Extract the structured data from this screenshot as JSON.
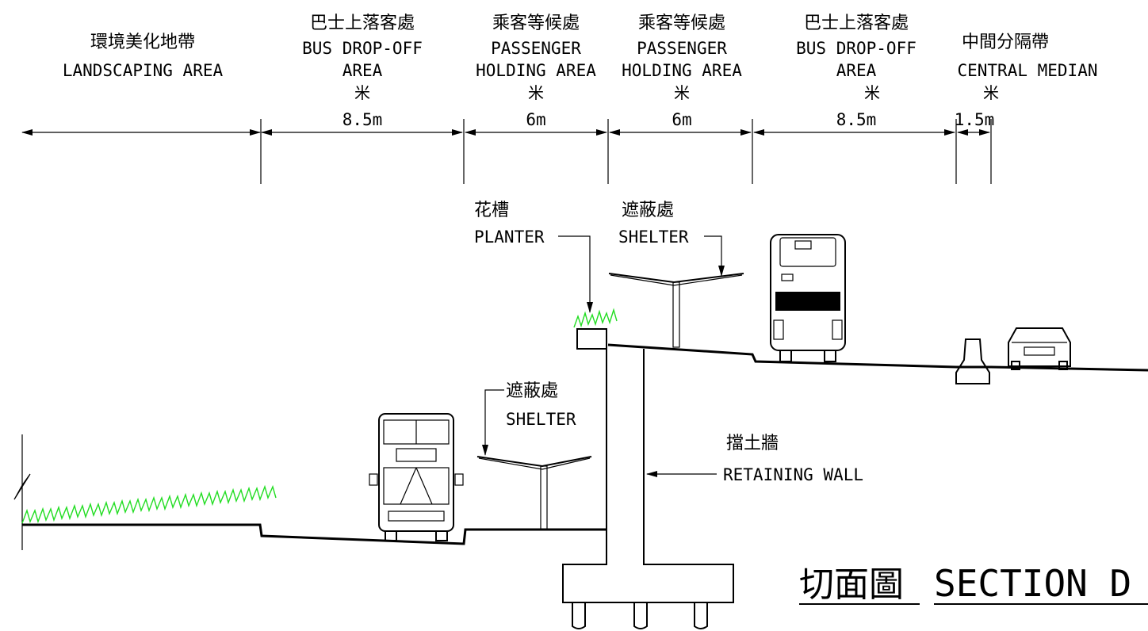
{
  "zones": [
    {
      "zh": "環境美化地帶",
      "en1": "LANDSCAPING AREA",
      "en2": "",
      "unit": "",
      "width": ""
    },
    {
      "zh": "巴士上落客處",
      "en1": "BUS DROP-OFF",
      "en2": "AREA",
      "unit": "米",
      "width": "8.5m"
    },
    {
      "zh": "乘客等候處",
      "en1": "PASSENGER",
      "en2": "HOLDING AREA",
      "unit": "米",
      "width": "6m"
    },
    {
      "zh": "乘客等候處",
      "en1": "PASSENGER",
      "en2": "HOLDING AREA",
      "unit": "米",
      "width": "6m"
    },
    {
      "zh": "巴士上落客處",
      "en1": "BUS DROP-OFF",
      "en2": "AREA",
      "unit": "米",
      "width": "8.5m"
    },
    {
      "zh": "中間分隔帶",
      "en1": "CENTRAL MEDIAN",
      "en2": "",
      "unit": "米",
      "width": "1.5m"
    }
  ],
  "callouts": {
    "planter": {
      "zh": "花槽",
      "en": "PLANTER"
    },
    "shelter_upper": {
      "zh": "遮蔽處",
      "en": "SHELTER"
    },
    "shelter_lower": {
      "zh": "遮蔽處",
      "en": "SHELTER"
    },
    "retaining_wall": {
      "zh": "擋土牆",
      "en": "RETAINING WALL"
    }
  },
  "title": {
    "zh": "切面圖",
    "en": "SECTION D"
  },
  "colors": {
    "linework": "#000000",
    "grass": "#22dd22"
  }
}
